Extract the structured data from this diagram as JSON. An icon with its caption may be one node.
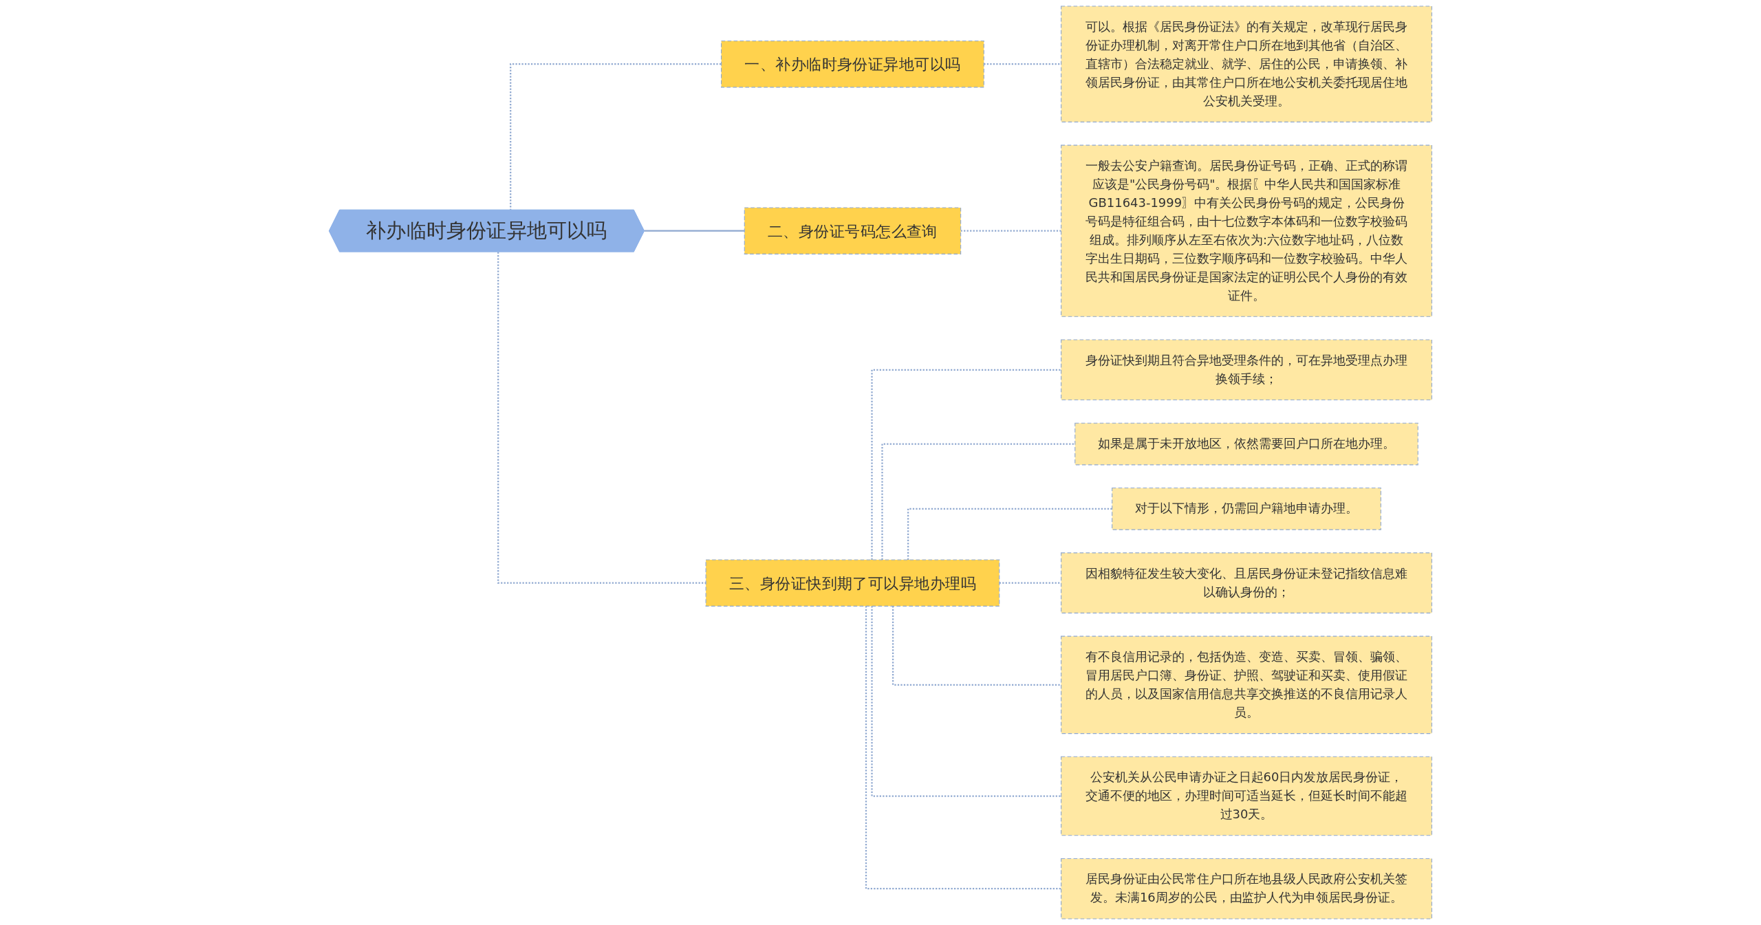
{
  "diagram": {
    "nodes": [
      {
        "text": [
          "补办临时身份证异地可以吗"
        ]
      },
      {
        "text": [
          "一、补办临时身份证异地可以吗"
        ]
      },
      {
        "text": [
          "可以。根据《居民身份证法》的有关规定，改革现行居民身份证办理机制，对离开常住户口所在地到其他省（自治区、直辖市）合法稳定就业、就学、居住的公民，申请换领、补领居民身份证，由其常住户口所在地公安机关委托现居住地公安机关受理。"
        ]
      },
      {
        "text": [
          "二、身份证号码怎么查询"
        ]
      },
      {
        "text": [
          "一般去公安户籍查询。居民身份证号码，正确、正式的称谓应该是\"公民身份号码\"。根据〖中华人民共和国国家标准GB11643-1999〗中有关公民身份号码的规定，公民身份号码是特征组合码，由十七位数字本体码和一位数字校验码组成。排列顺序从左至右依次为:六位数字地址码，八位数字出生日期码，三位数字顺序码和一位数字校验码。中华人民共和国居民身份证是国家法定的证明公民个人身份的有效证件。"
        ]
      },
      {
        "text": [
          "三、身份证快到期了可以异地办理吗"
        ]
      },
      {
        "text": [
          "身份证快到期且符合异地受理条件的，可在异地受理点办理换领手续；"
        ]
      },
      {
        "text": [
          "如果是属于未开放地区，依然需要回户口所在地办理。"
        ]
      },
      {
        "text": [
          "对于以下情形，仍需回户籍地申请办理。"
        ]
      },
      {
        "text": [
          "因相貌特征发生较大变化、且居民身份证未登记指纹信息难以确认身份的；"
        ]
      },
      {
        "text": [
          "有不良信用记录的，包括伪造、变造、买卖、冒领、骗领、冒用居民户口簿、身份证、护照、驾驶证和买卖、使用假证的人员，以及国家信用信息共享交换推送的不良信用记录人员。"
        ]
      },
      {
        "text": [
          "公安机关从公民申请办证之日起60日内发放居民身份证，交通不便的地区，办理时间可适当延长，但延长时间不能超过30天。"
        ]
      },
      {
        "text": [
          "居民身份证由公民常住户口所在地县级人民政府公安机关签发。未满16周岁的公民，由监护人代为申领居民身份证。"
        ]
      }
    ],
    "edges": [
      {
        "from": 0,
        "to": 1,
        "arrow": "none",
        "style": "dashed"
      },
      {
        "from": 1,
        "to": 2,
        "arrow": "none",
        "style": "dashed"
      },
      {
        "from": 0,
        "to": 3,
        "arrow": "none"
      },
      {
        "from": 3,
        "to": 4,
        "arrow": "none",
        "style": "dashed"
      },
      {
        "from": 0,
        "to": 5,
        "arrow": "none",
        "style": "dashed"
      },
      {
        "from": 5,
        "to": 6,
        "arrow": "none",
        "style": "dashed"
      },
      {
        "from": 5,
        "to": 7,
        "arrow": "none",
        "style": "dashed"
      },
      {
        "from": 5,
        "to": 8,
        "arrow": "none",
        "style": "dashed"
      },
      {
        "from": 5,
        "to": 9,
        "arrow": "none",
        "style": "dashed"
      },
      {
        "from": 5,
        "to": 10,
        "arrow": "none",
        "style": "dashed"
      },
      {
        "from": 5,
        "to": 11,
        "arrow": "none",
        "style": "dashed"
      },
      {
        "from": 5,
        "to": 12,
        "arrow": "none",
        "style": "dashed"
      }
    ]
  }
}
